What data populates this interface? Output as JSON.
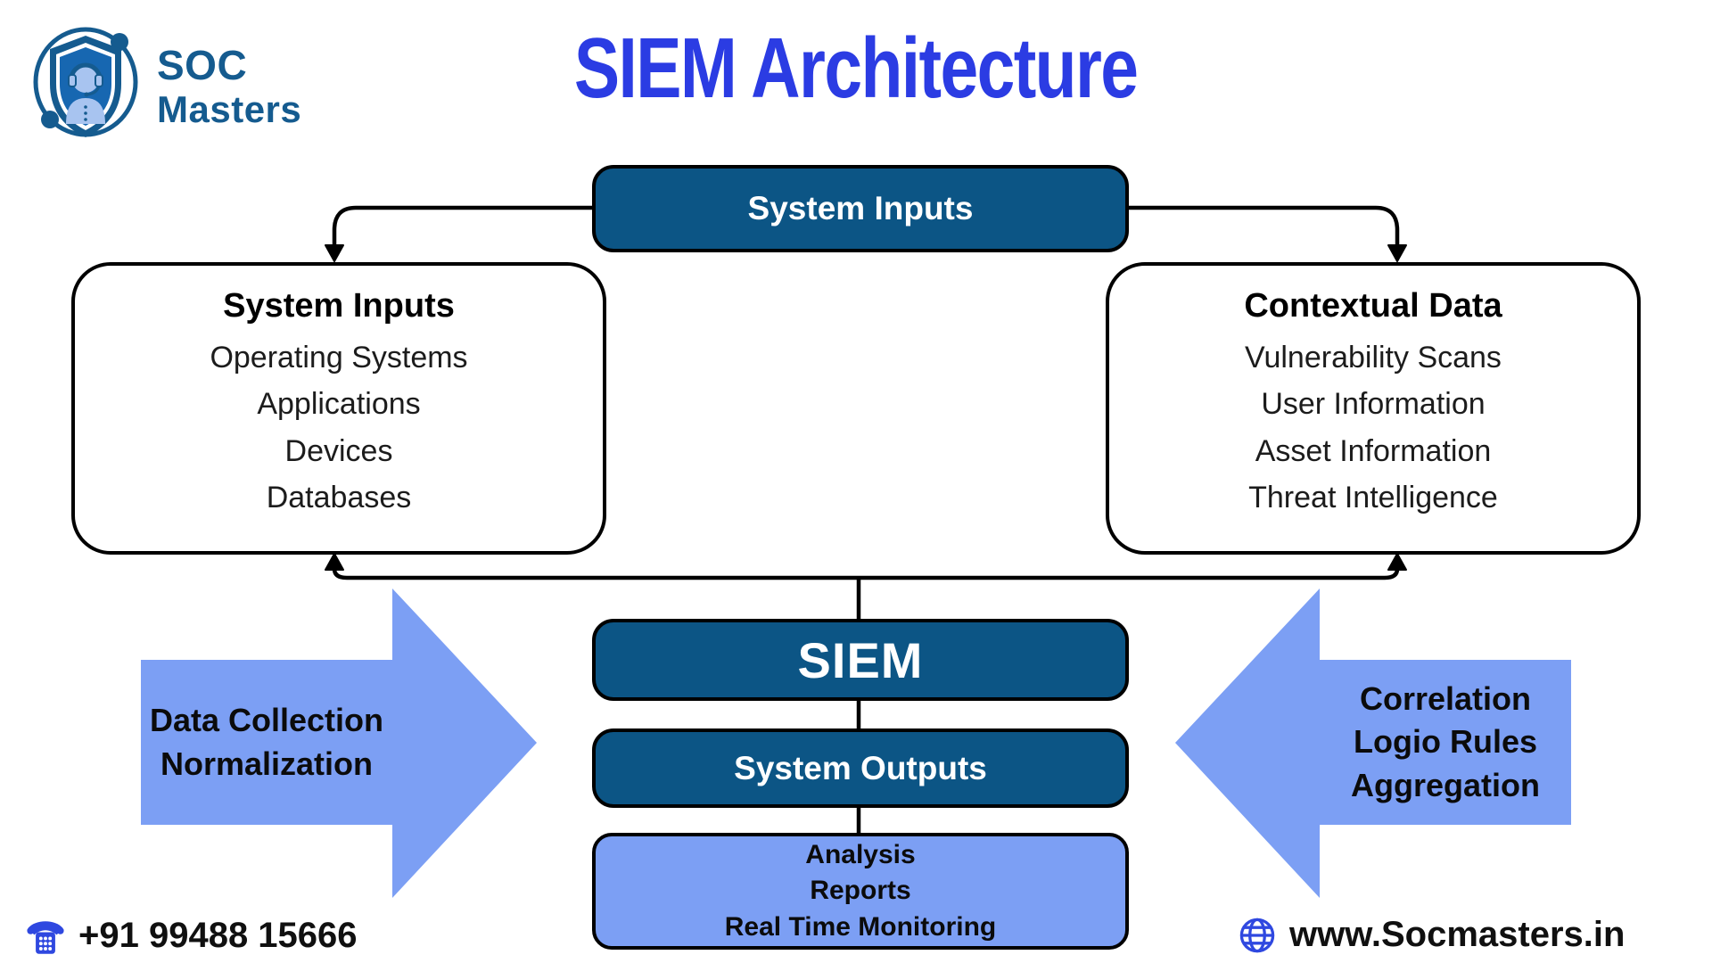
{
  "logo": {
    "brand_line1": "SOC",
    "brand_line2": "Masters"
  },
  "title": "SIEM Architecture",
  "top_box": {
    "label": "System Inputs"
  },
  "left_box": {
    "title": "System Inputs",
    "items": [
      "Operating Systems",
      "Applications",
      "Devices",
      "Databases"
    ]
  },
  "right_box": {
    "title": "Contextual Data",
    "items": [
      "Vulnerability Scans",
      "User Information",
      "Asset Information",
      "Threat Intelligence"
    ]
  },
  "siem_box": {
    "label": "SIEM"
  },
  "outputs_box": {
    "label": "System Outputs"
  },
  "results_box": {
    "items": [
      "Analysis",
      "Reports",
      "Real Time Monitoring"
    ]
  },
  "left_arrow": {
    "lines": [
      "Data Collection",
      "Normalization"
    ]
  },
  "right_arrow": {
    "lines": [
      "Correlation",
      "Logio Rules",
      "Aggregation"
    ]
  },
  "footer": {
    "phone": "+91 99488 15666",
    "website": "www.Socmasters.in"
  },
  "colors": {
    "dark_blue": "#0C5585",
    "light_blue": "#7C9FF4",
    "title_blue": "#2B3CE3",
    "logo_blue": "#155B8F",
    "logo_inner_blue": "#1767B1",
    "logo_person_blue": "#A8C4F0",
    "icon_blue": "#2F48E0",
    "line_black": "#000000"
  }
}
